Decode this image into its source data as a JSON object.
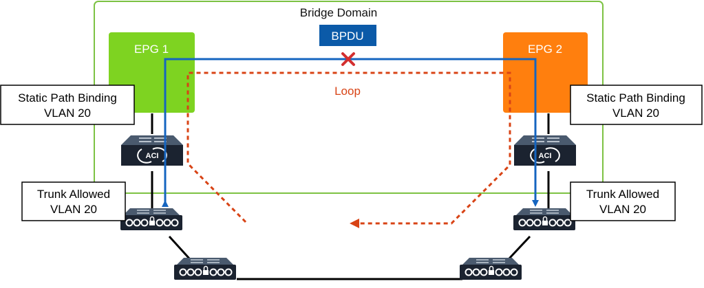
{
  "bridge_domain": {
    "label": "Bridge Domain",
    "border_color": "#7cc242"
  },
  "bpdu": {
    "label": "BPDU",
    "fill": "#0b5aa8"
  },
  "loop": {
    "label": "Loop",
    "color": "#d84315"
  },
  "epg_left": {
    "label": "EPG 1",
    "fill": "#7ed321"
  },
  "epg_right": {
    "label": "EPG 2",
    "fill": "#ff7f0e"
  },
  "static_path_left": {
    "line1": "Static Path Binding",
    "line2": "VLAN 20"
  },
  "static_path_right": {
    "line1": "Static Path Binding",
    "line2": "VLAN 20"
  },
  "trunk_left": {
    "line1": "Trunk Allowed",
    "line2": "VLAN 20"
  },
  "trunk_right": {
    "line1": "Trunk Allowed",
    "line2": "VLAN 20"
  },
  "aci_switch_label": "ACI",
  "blocked_marker_color": "#d32f2f",
  "bpdu_path_color": "#1565c0",
  "icons": {
    "leaf_switch": "aci-leaf-switch-icon",
    "access_switch": "access-switch-icon",
    "blocked": "x-mark-icon"
  }
}
